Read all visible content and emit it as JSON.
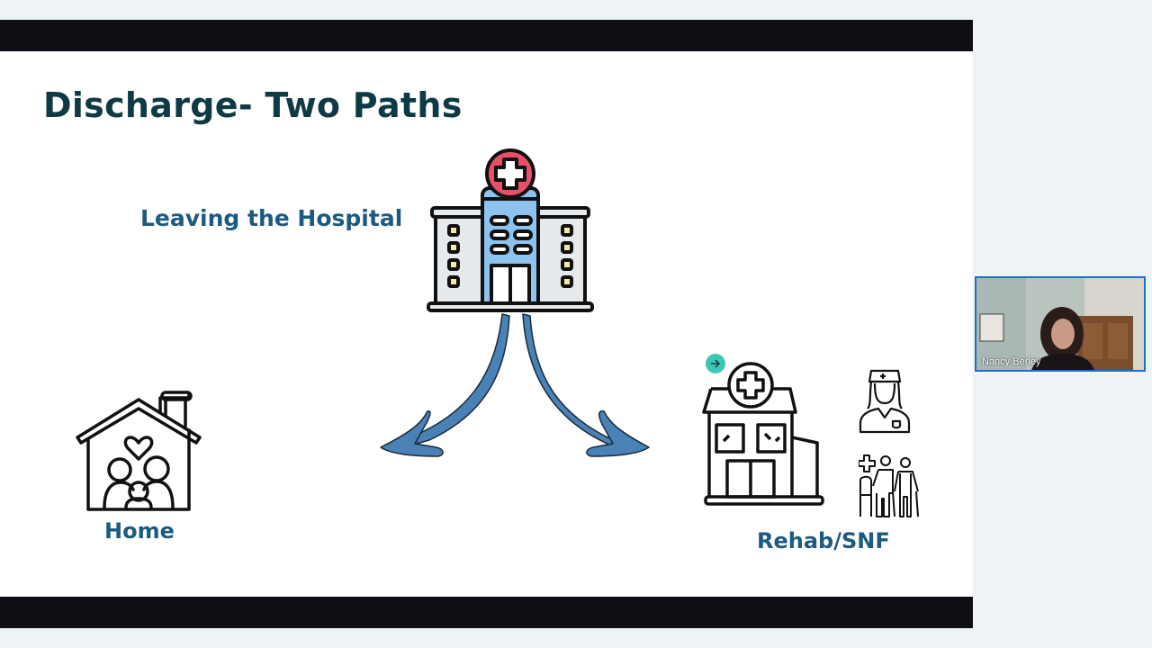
{
  "slide": {
    "title": "Discharge- Two Paths",
    "center_label": "Leaving the Hospital",
    "left_label": "Home",
    "right_label": "Rehab/SNF",
    "icons": {
      "center": "hospital-building-icon",
      "left": "family-home-icon",
      "right": "rehab-facility-icon",
      "right_top": "nurse-icon",
      "right_bottom": "patient-walker-icon",
      "arrows": "split-arrows-icon"
    },
    "colors": {
      "title": "#0e3a44",
      "labels": "#1d5a80",
      "arrow": "#4a82b5",
      "hospital_cross": "#e8506a",
      "hospital_center": "#8ec3ef"
    }
  },
  "video": {
    "participant_name": "Nancy Berley",
    "border_color": "#1f6fc5"
  }
}
